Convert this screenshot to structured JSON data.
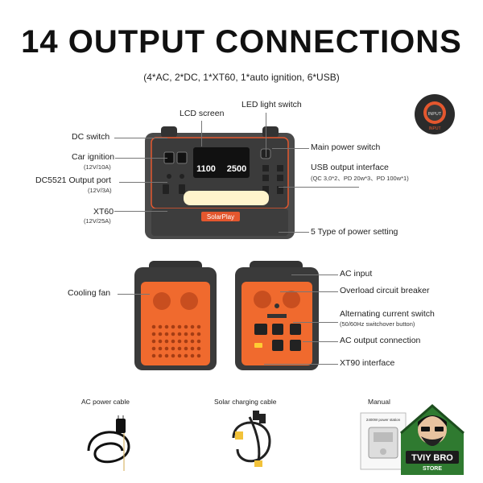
{
  "header": {
    "title": "14 OUTPUT CONNECTIONS",
    "subtitle": "(4*AC, 2*DC, 1*XT60, 1*auto ignition, 6*USB)"
  },
  "front_labels": {
    "lcd_screen": "LCD screen",
    "led_light_switch": "LED light switch",
    "dc_switch": "DC switch",
    "car_ignition": "Car ignition",
    "car_ignition_spec": "(12V/10A)",
    "dc5521": "DC5521 Output port",
    "dc5521_spec": "(12V/3A)",
    "xt60": "XT60",
    "xt60_spec": "(12V/25A)",
    "main_power_switch": "Main power switch",
    "usb_output": "USB output interface",
    "usb_output_spec": "(QC 3,0*2、PD 20w*3、PD 100w*1)",
    "power_setting": "5 Type of power setting"
  },
  "device": {
    "brand": "SolarPlay",
    "lcd_left": "1100",
    "lcd_right": "2500",
    "input_label_1": "INPUT",
    "input_label_2": "INPUT"
  },
  "side_labels": {
    "cooling_fan": "Cooling fan",
    "ac_input": "AC input",
    "overload": "Overload circuit breaker",
    "ac_switch": "Alternating current switch",
    "ac_switch_spec": "(50/60Hz switchover button)",
    "ac_output": "AC output connection",
    "xt90": "XT90 interface"
  },
  "accessories": {
    "ac_cable": "AC power cable",
    "solar_cable": "Solar charging cable",
    "manual": "Manual",
    "manual_cover": "2400W power station"
  },
  "logo": {
    "line1": "TVIY BRO",
    "line2": "STORE"
  }
}
